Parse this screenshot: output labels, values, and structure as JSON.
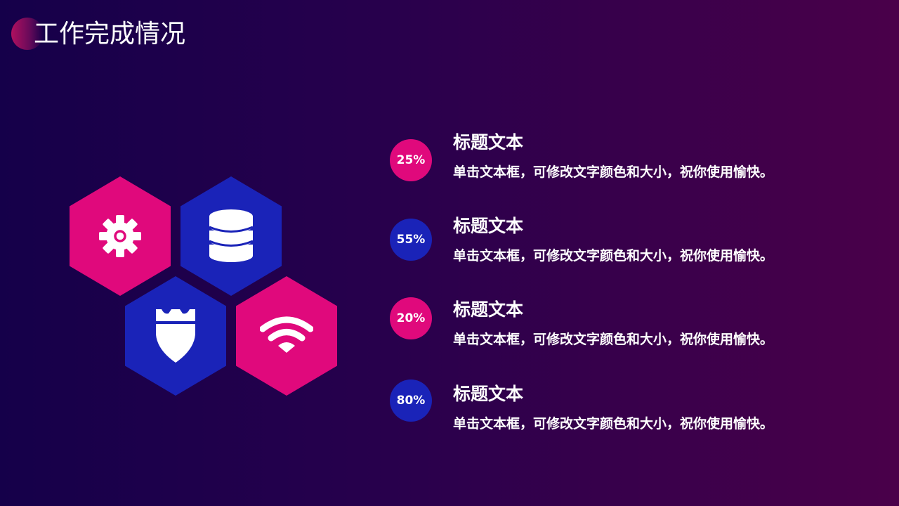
{
  "header": {
    "title": "工作完成情况"
  },
  "colors": {
    "pink": "#e0097c",
    "blue": "#1a23b8",
    "background_left": "#15004a",
    "background_right": "#4a004a"
  },
  "hexagons": [
    {
      "icon": "gear-icon",
      "color": "#e0097c"
    },
    {
      "icon": "database-icon",
      "color": "#1a23b8"
    },
    {
      "icon": "shield-crown-icon",
      "color": "#1a23b8"
    },
    {
      "icon": "wifi-icon",
      "color": "#e0097c"
    }
  ],
  "items": [
    {
      "percent": "25%",
      "title": "标题文本",
      "desc": "单击文本框，可修改文字颜色和大小，祝你使用愉快。",
      "color": "#e0097c"
    },
    {
      "percent": "55%",
      "title": "标题文本",
      "desc": "单击文本框，可修改文字颜色和大小，祝你使用愉快。",
      "color": "#1a23b8"
    },
    {
      "percent": "20%",
      "title": "标题文本",
      "desc": "单击文本框，可修改文字颜色和大小，祝你使用愉快。",
      "color": "#e0097c"
    },
    {
      "percent": "80%",
      "title": "标题文本",
      "desc": "单击文本框，可修改文字颜色和大小，祝你使用愉快。",
      "color": "#1a23b8"
    }
  ]
}
